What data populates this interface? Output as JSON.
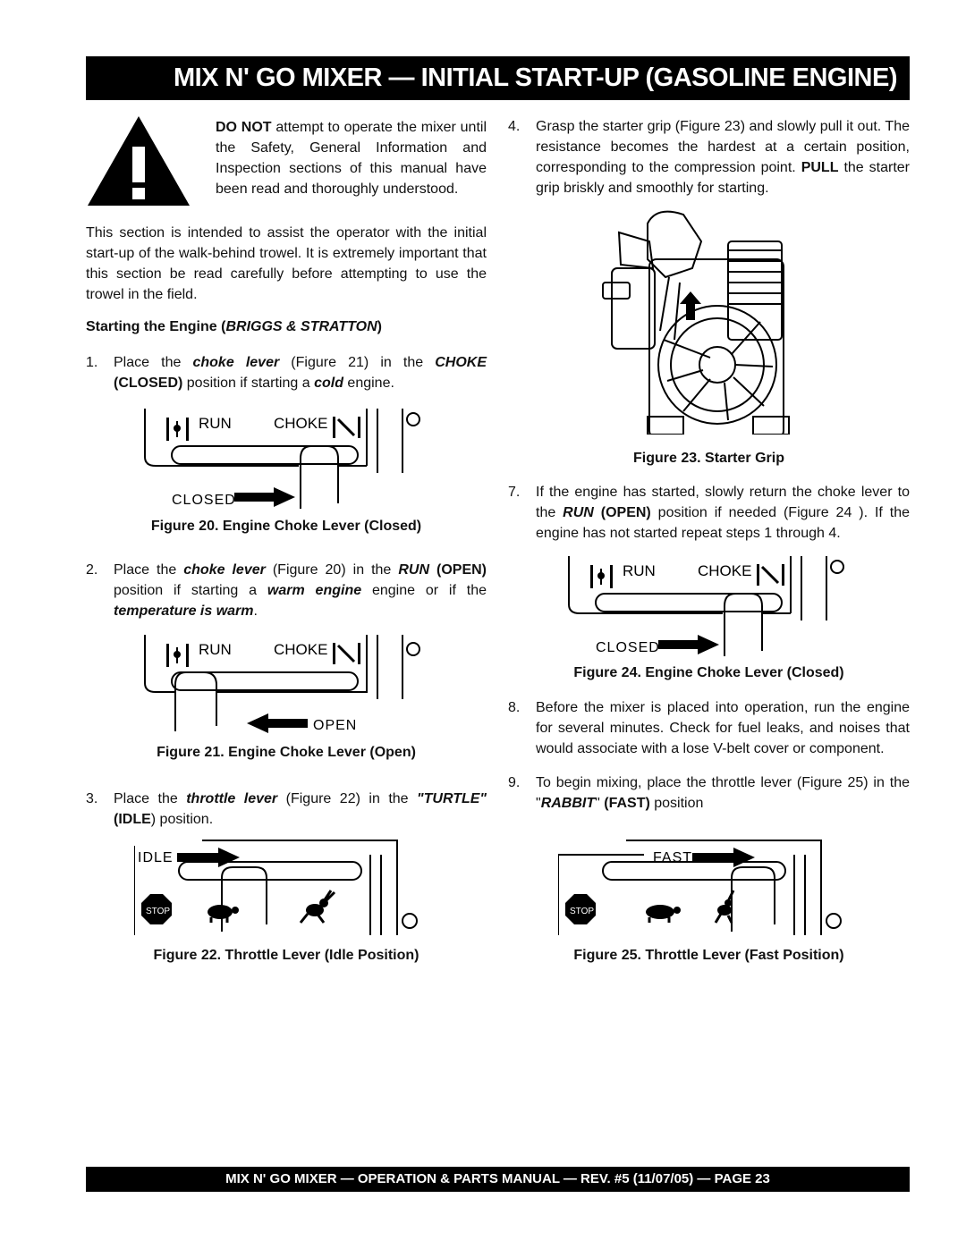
{
  "header": {
    "title": "MIX N' GO MIXER — INITIAL START-UP (GASOLINE ENGINE)"
  },
  "warning": {
    "strong": "DO NOT",
    "text": " attempt to operate the mixer until the Safety, General Information and Inspection sections of this manual have been read and thoroughly understood."
  },
  "intro": "This section is intended to assist the operator with the initial start-up of the walk-behind trowel. It is extremely important that this section be read carefully before attempting to use the trowel in the field.",
  "section_heading": {
    "prefix": "Starting the Engine (",
    "brand": "BRIGGS & STRATTON",
    "suffix": ")"
  },
  "steps": {
    "s1": {
      "num": "1.",
      "a": "Place the ",
      "b": "choke lever",
      "c": " (Figure 21) in the ",
      "d": "CHOKE",
      "e": " (CLOSED)",
      "f": " position if starting a ",
      "g": "cold",
      "h": " engine."
    },
    "s2": {
      "num": "2.",
      "a": "Place the ",
      "b": "choke lever",
      "c": " (Figure 20) in the ",
      "d": "RUN",
      "e": " (OPEN)",
      "f": " position if starting a ",
      "g": "warm  engine",
      "h": " engine or if the ",
      "i": "temperature is warm",
      "j": "."
    },
    "s3": {
      "num": "3.",
      "a": "Place the ",
      "b": "throttle lever",
      "c": " (Figure 22) in the ",
      "d": "\"TURTLE\"",
      "e": " (IDLE",
      "f": ") position."
    },
    "s4": {
      "num": "4.",
      "a": "Grasp the starter grip (Figure 23) and slowly pull it out. The resistance becomes the hardest at a certain position, corresponding to the compression point. ",
      "b": "PULL",
      "c": " the starter grip briskly and smoothly for starting."
    },
    "s7": {
      "num": "7.",
      "a": "If the engine has started, slowly return the choke lever  to the ",
      "b": "RUN",
      "c": " (OPEN)",
      "d": " position if needed (Figure 24 ). If the engine has not started repeat steps 1 through 4."
    },
    "s8": {
      "num": "8.",
      "a": "Before the mixer is placed into operation, run the engine for several minutes.  Check for fuel leaks, and noises that would associate with a lose V-belt cover or component."
    },
    "s9": {
      "num": "9.",
      "a": "To begin mixing, place the throttle lever (Figure 25) in the \"",
      "b": "RABBIT",
      "c": "\" ",
      "d": "(FAST)",
      "e": " position"
    }
  },
  "figures": {
    "f20": {
      "caption": "Figure  20. Engine Choke Lever (Closed)",
      "run": "RUN",
      "choke": "CHOKE",
      "label": "CLOSED"
    },
    "f21": {
      "caption": "Figure  21. Engine Choke Lever (Open)",
      "run": "RUN",
      "choke": "CHOKE",
      "label": "OPEN"
    },
    "f22": {
      "caption": "Figure 22. Throttle Lever (Idle Position)",
      "label": "IDLE",
      "stop": "STOP"
    },
    "f23": {
      "caption": "Figure 23. Starter Grip"
    },
    "f24": {
      "caption": "Figure  24. Engine Choke Lever (Closed)",
      "run": "RUN",
      "choke": "CHOKE",
      "label": "CLOSED"
    },
    "f25": {
      "caption": "Figure 25.  Throttle Lever (Fast Position)",
      "label": "FAST",
      "stop": "STOP"
    }
  },
  "footer": {
    "text": "MIX N' GO MIXER  — OPERATION & PARTS MANUAL — REV. #5 (11/07/05) — PAGE 23"
  }
}
